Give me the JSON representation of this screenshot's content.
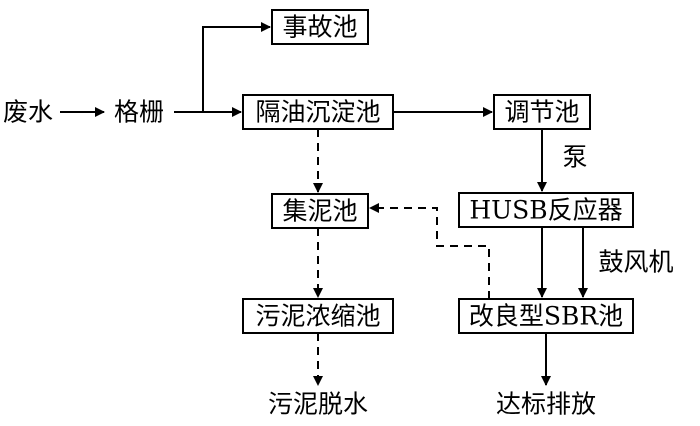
{
  "nodes": {
    "wastewater": "废水",
    "screen": "格栅",
    "accident_tank": "事故池",
    "oil_separator": "隔油沉淀池",
    "equalization_tank": "调节池",
    "sludge_collection": "集泥池",
    "husb_reactor": "HUSB反应器",
    "sludge_thickener": "污泥浓缩池",
    "modified_sbr": "改良型SBR池",
    "sludge_dewatering": "污泥脱水",
    "discharge": "达标排放"
  },
  "edge_labels": {
    "pump": "泵",
    "blower": "鼓风机"
  }
}
